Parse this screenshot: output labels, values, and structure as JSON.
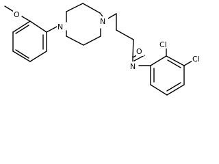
{
  "molecule": {
    "atom_labels": {
      "methoxy_oxygen": "O",
      "piperazine_n1": "N",
      "piperazine_n4": "N",
      "carbonyl_oxygen": "O",
      "amide_nitrogen": "N",
      "chloro_ortho": "Cl",
      "chloro_para": "Cl"
    }
  }
}
